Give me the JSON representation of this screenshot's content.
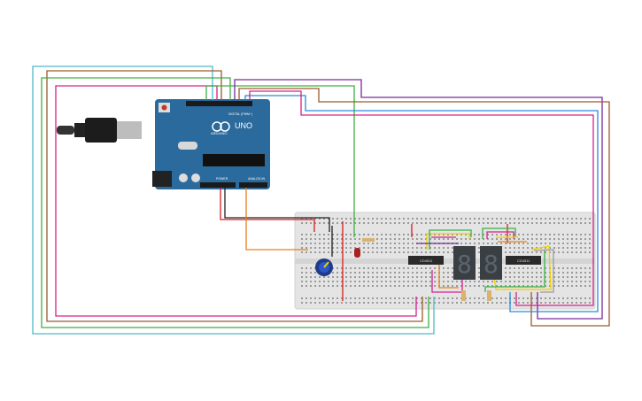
{
  "arduino": {
    "model": "UNO",
    "brand": "ARDUINO",
    "digital_label": "DIGITAL (PWM~)",
    "power_label": "POWER",
    "analog_label": "ANALOG IN",
    "color": "#2b6a9c"
  },
  "breadboard": {
    "color": "#e6e6e6"
  },
  "chips": [
    {
      "label": "CD4511"
    },
    {
      "label": "CD4511"
    }
  ],
  "wire_colors": {
    "cyan": "#4fb8c9",
    "green": "#3cb043",
    "brown": "#9a5a2a",
    "magenta": "#d6208e",
    "purple": "#7a2a9a",
    "blue": "#2a8ad6",
    "red": "#d42020",
    "black": "#222222",
    "orange": "#e8801a",
    "yellow": "#f0d000",
    "gray": "#9a9a9a"
  }
}
